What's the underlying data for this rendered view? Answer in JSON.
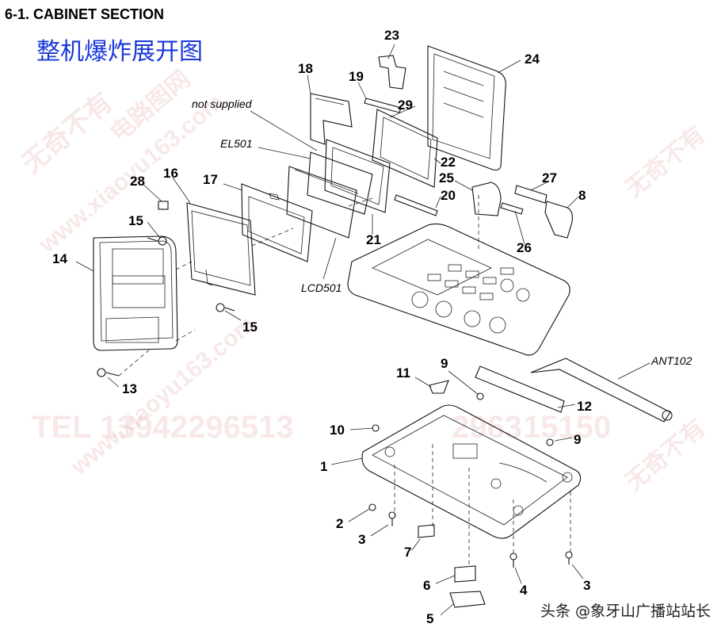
{
  "header": {
    "section_title": "6-1. CABINET SECTION",
    "chinese_title": "整机爆炸展开图"
  },
  "part_labels": {
    "p1": "1",
    "p2": "2",
    "p3a": "3",
    "p3b": "3",
    "p4": "4",
    "p5": "5",
    "p6": "6",
    "p7": "7",
    "p8": "8",
    "p9a": "9",
    "p9b": "9",
    "p10": "10",
    "p11": "11",
    "p12": "12",
    "p13": "13",
    "p14": "14",
    "p15a": "15",
    "p15b": "15",
    "p16": "16",
    "p17": "17",
    "p18": "18",
    "p19": "19",
    "p20": "20",
    "p21": "21",
    "p22": "22",
    "p23": "23",
    "p24": "24",
    "p25": "25",
    "p26": "26",
    "p27": "27",
    "p28": "28",
    "p29": "29"
  },
  "ref_labels": {
    "not_supplied": "not supplied",
    "el501": "EL501",
    "lcd501": "LCD501",
    "ant102": "ANT102"
  },
  "watermarks": {
    "w1": "无奇不有",
    "w2": "电路图网",
    "w3": "www.xiaoyu163.com",
    "w4": "TEL 13942296513",
    "w5": "2963",
    "w6": "15150"
  },
  "credit": "头条 @象牙山广播站站长"
}
